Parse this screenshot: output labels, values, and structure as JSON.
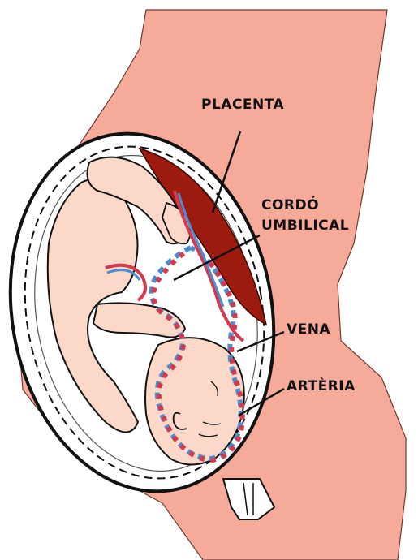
{
  "labels": {
    "placenta": "PLACENTA",
    "cord_line1": "CORDÓ",
    "cord_line2": "UMBILICAL",
    "vein": "VENA",
    "artery": "ARTÈRIA"
  },
  "colors": {
    "skin": "#f6ab9a",
    "fetus": "#fcd8c9",
    "placenta": "#9d1a0f",
    "vein": "#4a8ed0",
    "artery": "#d33a4e",
    "outline": "#111111"
  }
}
